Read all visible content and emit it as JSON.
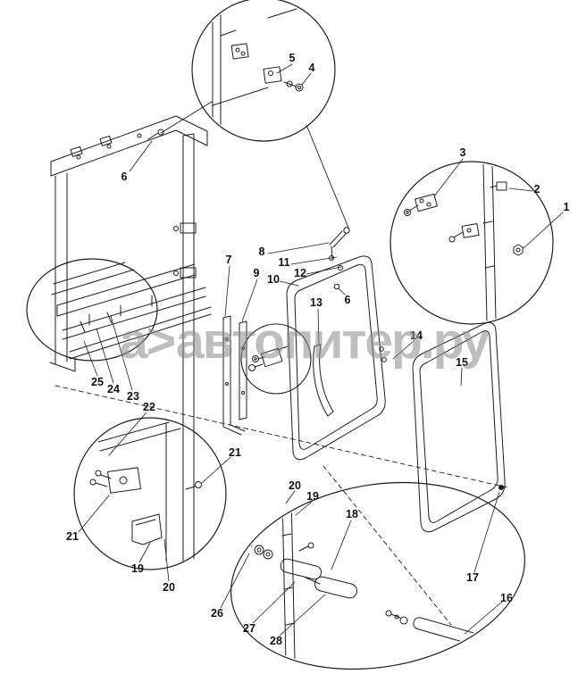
{
  "watermark": {
    "logo": "а>",
    "text": "автопитер.ру"
  },
  "callouts": {
    "c1": "1",
    "c2": "2",
    "c3": "3",
    "c4": "4",
    "c5": "5",
    "c6a": "6",
    "c6b": "6",
    "c7": "7",
    "c8": "8",
    "c9": "9",
    "c10": "10",
    "c11": "11",
    "c12": "12",
    "c13": "13",
    "c14": "14",
    "c15": "15",
    "c16": "16",
    "c17": "17",
    "c18": "18",
    "c19a": "19",
    "c19b": "19",
    "c20a": "20",
    "c20b": "20",
    "c21a": "21",
    "c21b": "21",
    "c22": "22",
    "c23": "23",
    "c24": "24",
    "c25": "25",
    "c26": "26",
    "c27": "27",
    "c28": "28"
  }
}
